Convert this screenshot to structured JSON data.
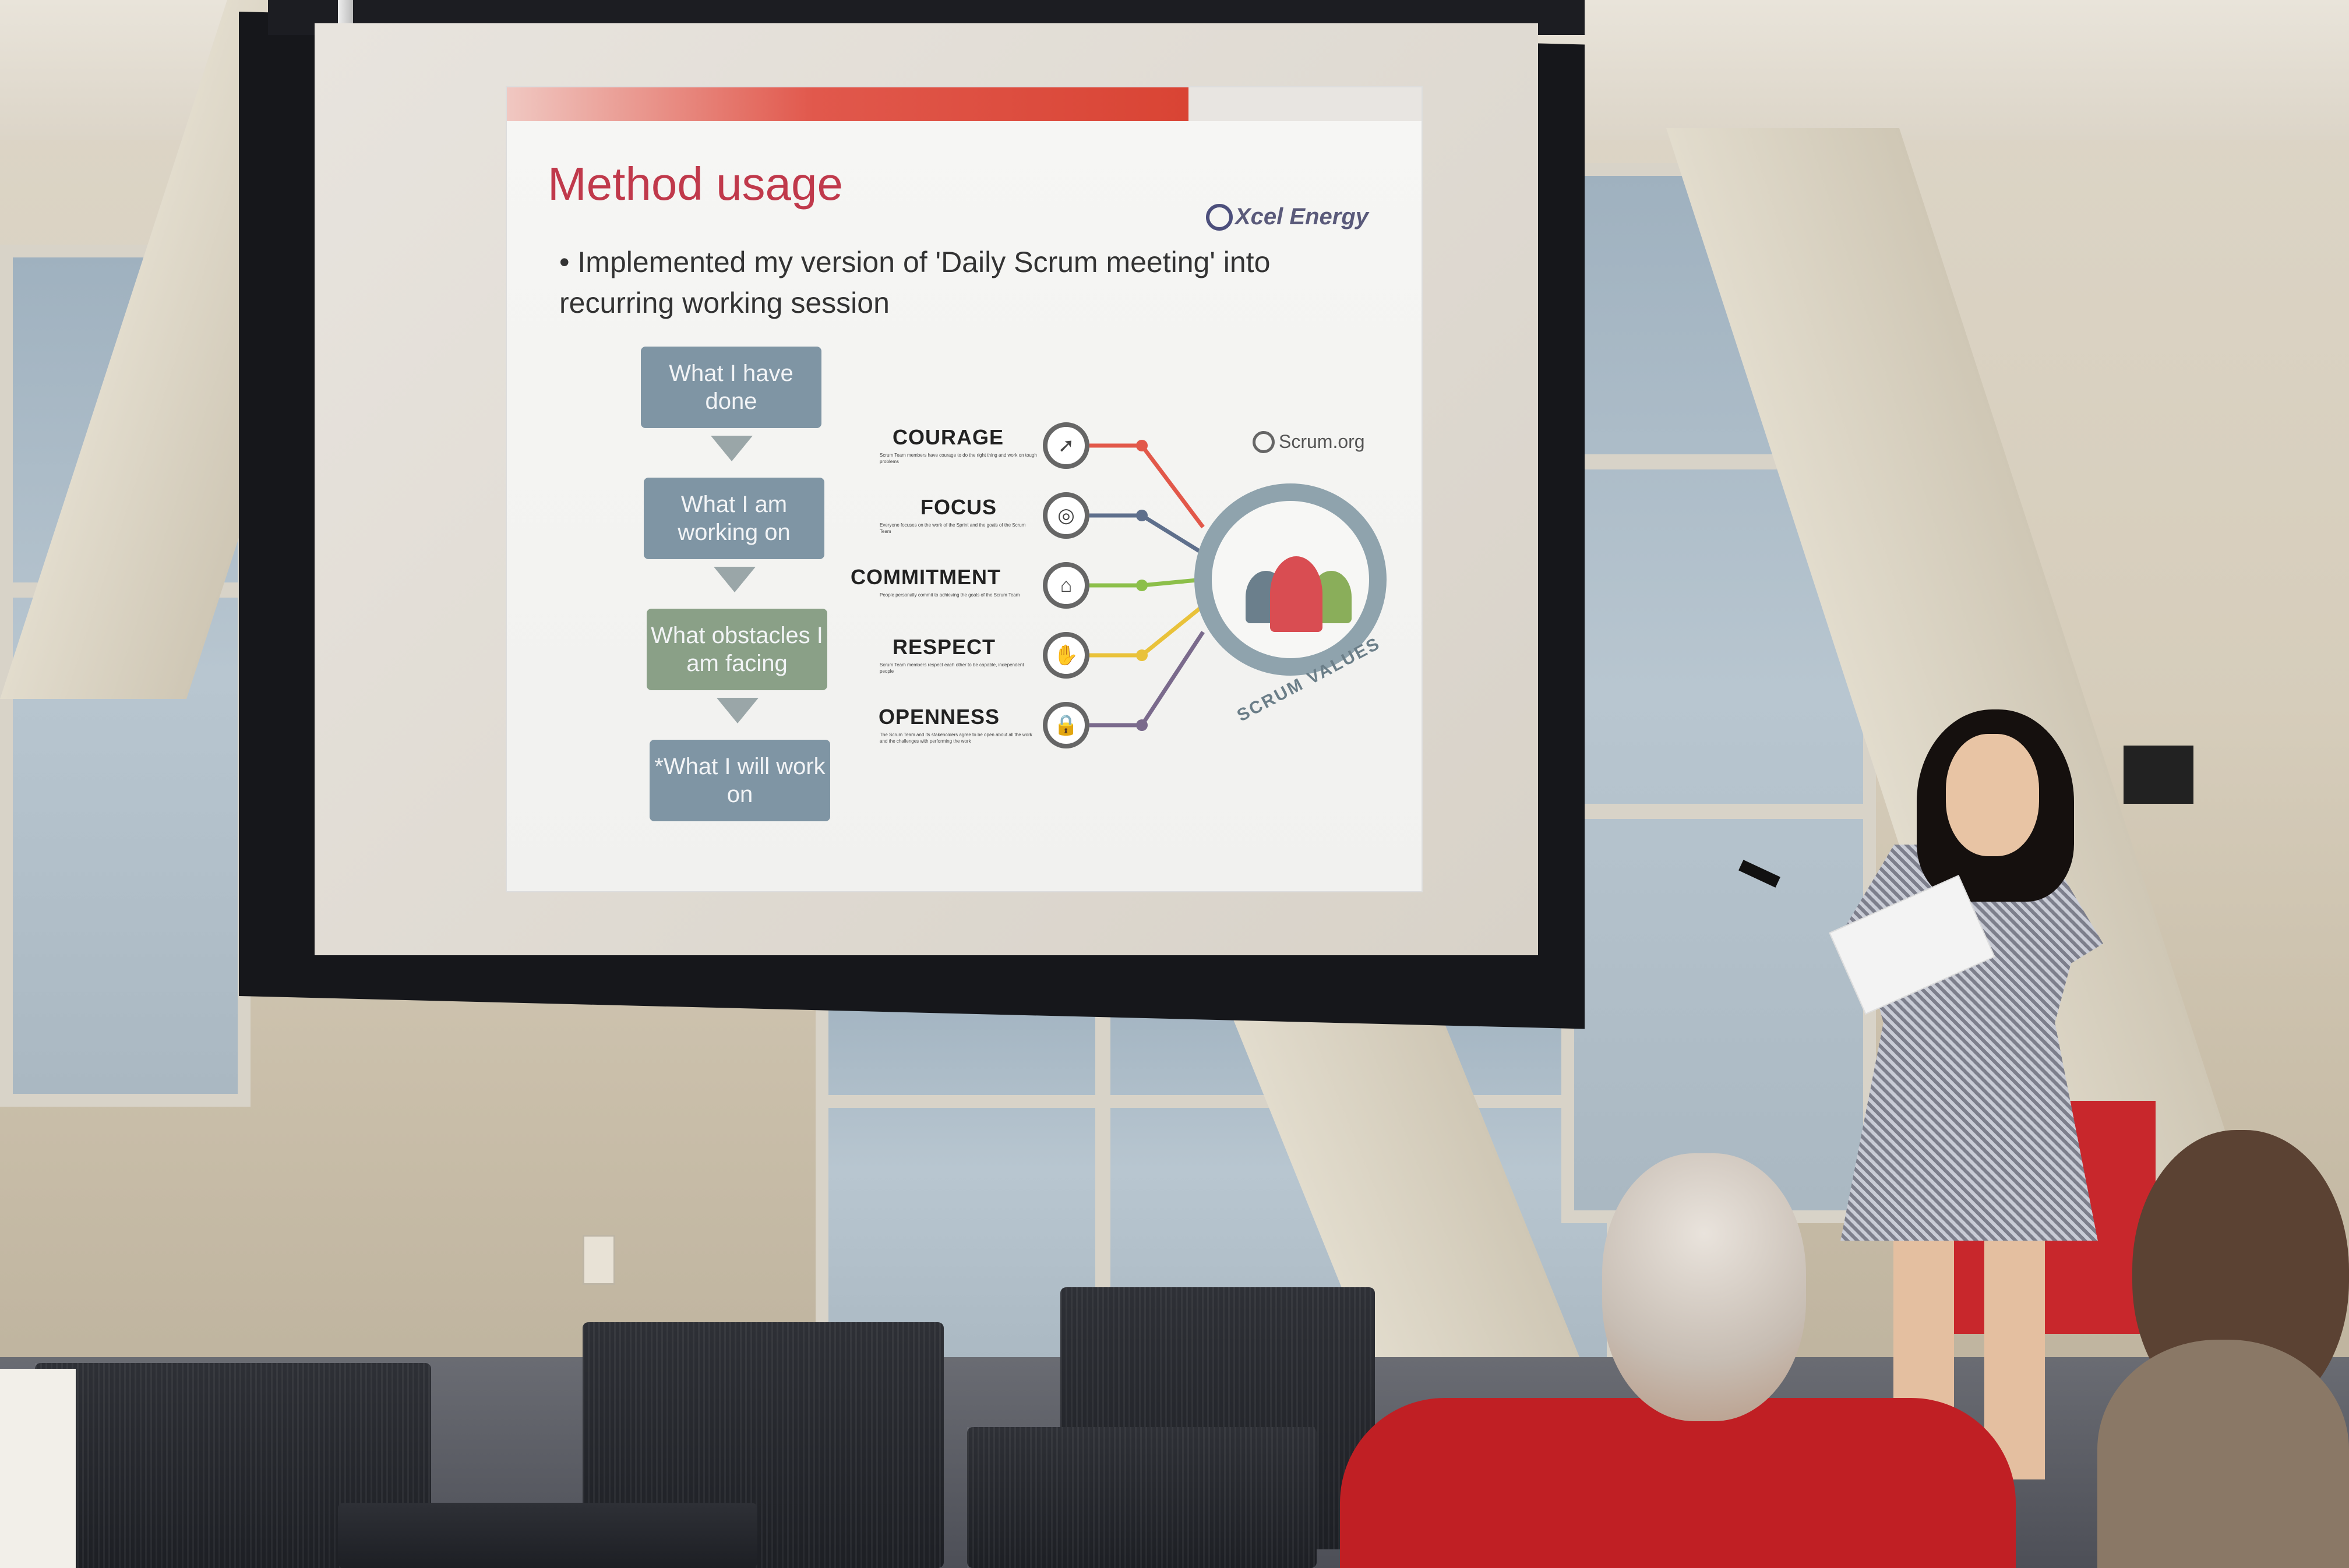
{
  "slide": {
    "title": "Method usage",
    "brand": "Xcel Energy",
    "bullet": "• Implemented my version of 'Daily Scrum meeting' into recurring working session",
    "flow_steps": [
      "What I have done",
      "What I am working on",
      "What obstacles I am facing",
      "*What I will work on"
    ],
    "scrum_logo": "Scrum.org",
    "values_ring_label": "SCRUM VALUES",
    "values": [
      {
        "name": "COURAGE",
        "icon": "rocket-icon",
        "desc": "Scrum Team members have courage to do the right thing and work on tough problems",
        "color": "#e2584a"
      },
      {
        "name": "FOCUS",
        "icon": "target-icon",
        "desc": "Everyone focuses on the work of the Sprint and the goals of the Scrum Team",
        "color": "#5e6f8c"
      },
      {
        "name": "COMMITMENT",
        "icon": "pillars-icon",
        "desc": "People personally commit to achieving the goals of the Scrum Team",
        "color": "#8cbf4a"
      },
      {
        "name": "RESPECT",
        "icon": "handshake-icon",
        "desc": "Scrum Team members respect each other to be capable, independent people",
        "color": "#e9c23a"
      },
      {
        "name": "OPENNESS",
        "icon": "lock-icon",
        "desc": "The Scrum Team and its stakeholders agree to be open about all the work and the challenges with performing the work",
        "color": "#7a6a8c"
      }
    ]
  },
  "colors": {
    "slide_title": "#c0394b",
    "band_red": "#d94434",
    "flow_box": "#7f95a4",
    "flow_box_green": "#8aa087",
    "audience_shirt": "#c01f24",
    "cabinet": "#c8272c"
  }
}
